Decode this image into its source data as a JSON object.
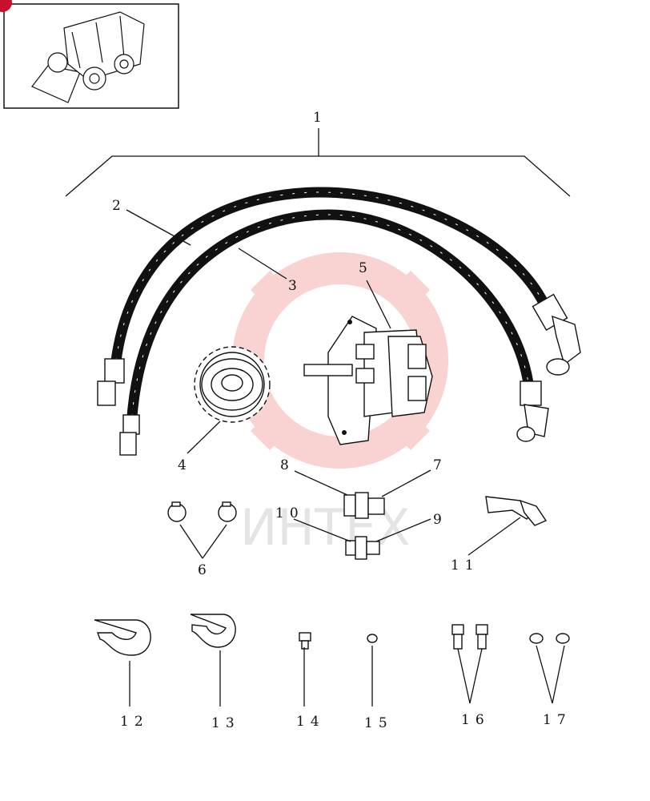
{
  "watermark": {
    "text": "ИНТЕХ",
    "color": "#f4a6a6"
  },
  "inset": {
    "icon": "skid-steer-loader-icon"
  },
  "callouts": [
    {
      "id": "1",
      "label": "1"
    },
    {
      "id": "2",
      "label": "2"
    },
    {
      "id": "3",
      "label": "3"
    },
    {
      "id": "4",
      "label": "4"
    },
    {
      "id": "5",
      "label": "5"
    },
    {
      "id": "6",
      "label": "6"
    },
    {
      "id": "7",
      "label": "7"
    },
    {
      "id": "8",
      "label": "8"
    },
    {
      "id": "9",
      "label": "9"
    },
    {
      "id": "10",
      "label": "10"
    },
    {
      "id": "11",
      "label": "11"
    },
    {
      "id": "12",
      "label": "12"
    },
    {
      "id": "13",
      "label": "13"
    },
    {
      "id": "14",
      "label": "14"
    },
    {
      "id": "15",
      "label": "15"
    },
    {
      "id": "16",
      "label": "16"
    },
    {
      "id": "17",
      "label": "17"
    }
  ]
}
